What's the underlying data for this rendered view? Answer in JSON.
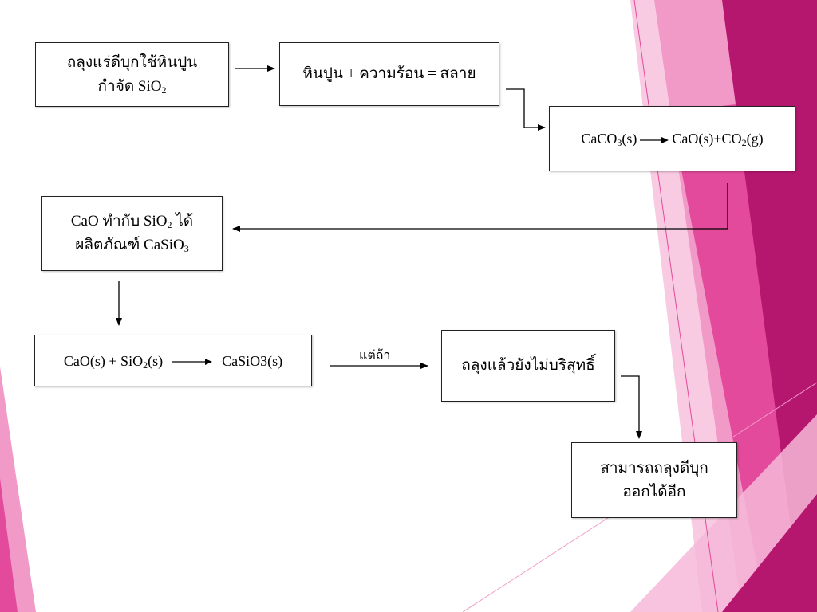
{
  "colors": {
    "stripe_dark": "#b5176f",
    "stripe_mid": "#e34a9b",
    "stripe_light": "#f19ac8",
    "stripe_pale": "#f8cbe3"
  },
  "box1": {
    "line1": "ถลุงแร่ดีบุกใช้หินปูน",
    "line2_text": "กำจัด SiO",
    "line2_sub": "2"
  },
  "box2": {
    "text": "หินปูน + ความร้อน = สลาย"
  },
  "box3": {
    "a": "CaCO",
    "a_sub": "3",
    "b": "(s)",
    "c": "CaO(s)+CO",
    "c_sub": "2",
    "d": "(g)"
  },
  "box4": {
    "l1a": "CaO ทำกับ SiO",
    "l1_sub": "2",
    "l1b": " ได้",
    "l2a": "ผลิตภัณฑ์ CaSiO",
    "l2_sub": "3"
  },
  "box5": {
    "a": "CaO(s) + SiO",
    "a_sub": "2",
    "b": "(s)",
    "c": "CaSiO3(s)"
  },
  "arrow_label": "แต่ถ้า",
  "box6": {
    "text": "ถลุงแล้วยังไม่บริสุทธิ์"
  },
  "box7": {
    "line1": "สามารถถลุงดีบุก",
    "line2": "ออกได้อีก"
  }
}
